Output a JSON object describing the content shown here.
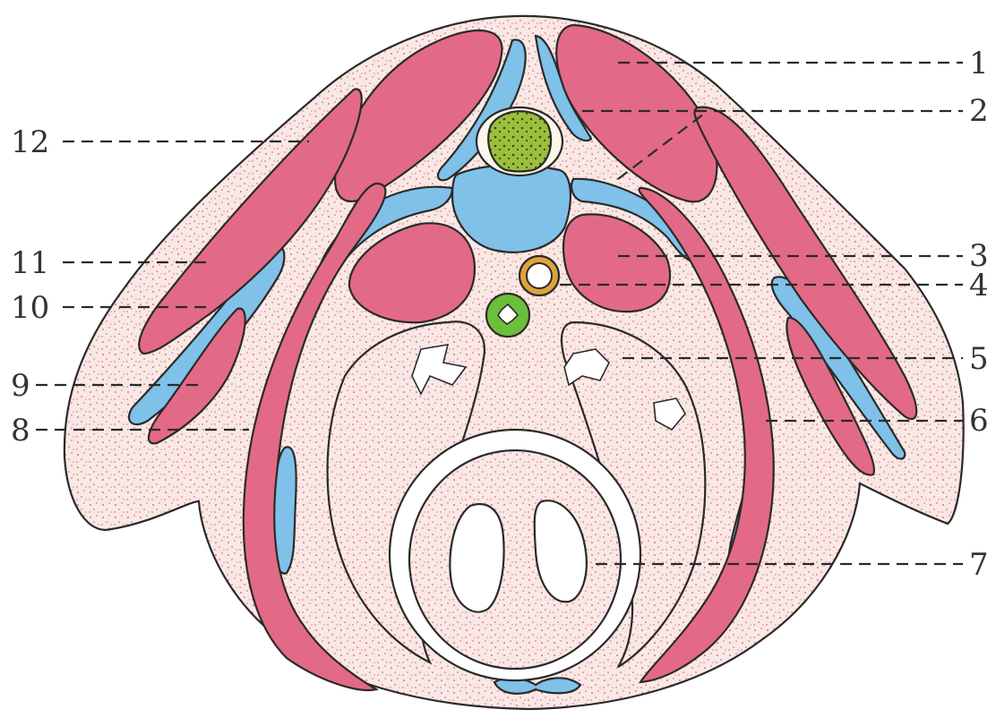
{
  "diagram": {
    "labels": [
      {
        "id": "1",
        "text": "1"
      },
      {
        "id": "2",
        "text": "2"
      },
      {
        "id": "3",
        "text": "3"
      },
      {
        "id": "4",
        "text": "4"
      },
      {
        "id": "5",
        "text": "5"
      },
      {
        "id": "6",
        "text": "6"
      },
      {
        "id": "7",
        "text": "7"
      },
      {
        "id": "8",
        "text": "8"
      },
      {
        "id": "9",
        "text": "9"
      },
      {
        "id": "10",
        "text": "10"
      },
      {
        "id": "11",
        "text": "11"
      },
      {
        "id": "12",
        "text": "12"
      }
    ],
    "colors": {
      "skin": "#f8e8e6",
      "muscle": "#e36a86",
      "bone": "#7fc1e8",
      "spinal_cord": "#9cbe3c",
      "esophagus": "#6cbf3a",
      "aorta_ring": "#e0a33a",
      "outline": "#2a2a2a",
      "speckle": "#d9534f"
    }
  }
}
